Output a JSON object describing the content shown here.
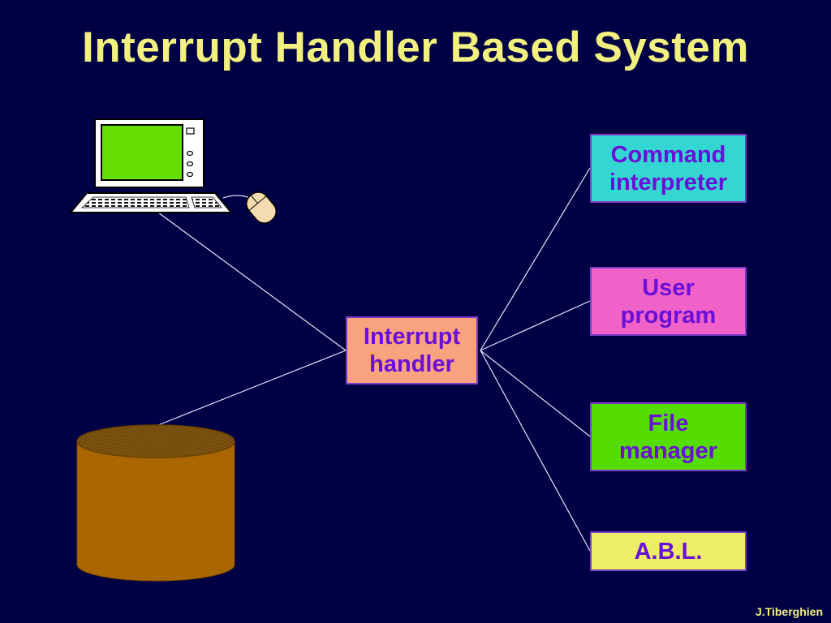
{
  "title": "Interrupt Handler Based System",
  "colors": {
    "background": "#000044",
    "title": "#F2F07E",
    "box_text": "#6A0FD8",
    "box_border": "#7A3CC8",
    "connector": "#E0E8FF",
    "screen": "#66DD00",
    "disk": "#AA6600"
  },
  "nodes": {
    "interrupt_handler": {
      "line1": "Interrupt",
      "line2": "handler",
      "color": "#F9A37E"
    },
    "command_interpreter": {
      "line1": "Command",
      "line2": "interpreter",
      "color": "#33D6D0"
    },
    "user_program": {
      "line1": "User",
      "line2": "program",
      "color": "#F062C8"
    },
    "file_manager": {
      "line1": "File",
      "line2": "manager",
      "color": "#55DD00"
    },
    "abl": {
      "line1": "A.B.L.",
      "color": "#EEEE66"
    }
  },
  "icons": {
    "computer": "computer-icon",
    "mouse": "mouse-icon",
    "disk": "disk-cylinder-icon"
  },
  "footer": "J.Tiberghien"
}
